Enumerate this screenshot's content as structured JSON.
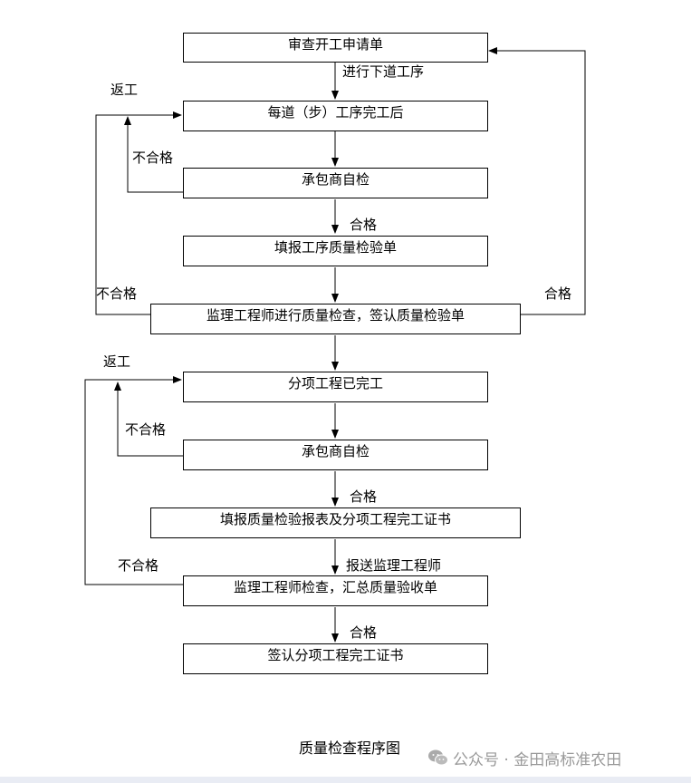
{
  "boxes": {
    "review_start_application": "审查开工申请单",
    "after_each_step": "每道（步）工序完工后",
    "contractor_self_check_1": "承包商自检",
    "fill_process_quality_form": "填报工序质量检验单",
    "engineer_quality_check": "监理工程师进行质量检查，签认质量检验单",
    "subproject_completed": "分项工程已完工",
    "contractor_self_check_2": "承包商自检",
    "fill_quality_report": "填报质量检验报表及分项工程完工证书",
    "engineer_check_summary": "监理工程师检查，汇总质量验收单",
    "sign_completion_certificate": "签认分项工程完工证书"
  },
  "labels": {
    "next_process": "进行下道工序",
    "rework_1": "返工",
    "fail_1": "不合格",
    "pass_1": "合格",
    "fail_2": "不合格",
    "pass_right": "合格",
    "rework_2": "返工",
    "fail_3": "不合格",
    "pass_2": "合格",
    "report_engineer": "报送监理工程师",
    "fail_4": "不合格",
    "pass_3": "合格"
  },
  "caption": "质量检查程序图",
  "watermark": {
    "text": "公众号 · 金田高标准农田",
    "icon": "wechat-icon"
  }
}
